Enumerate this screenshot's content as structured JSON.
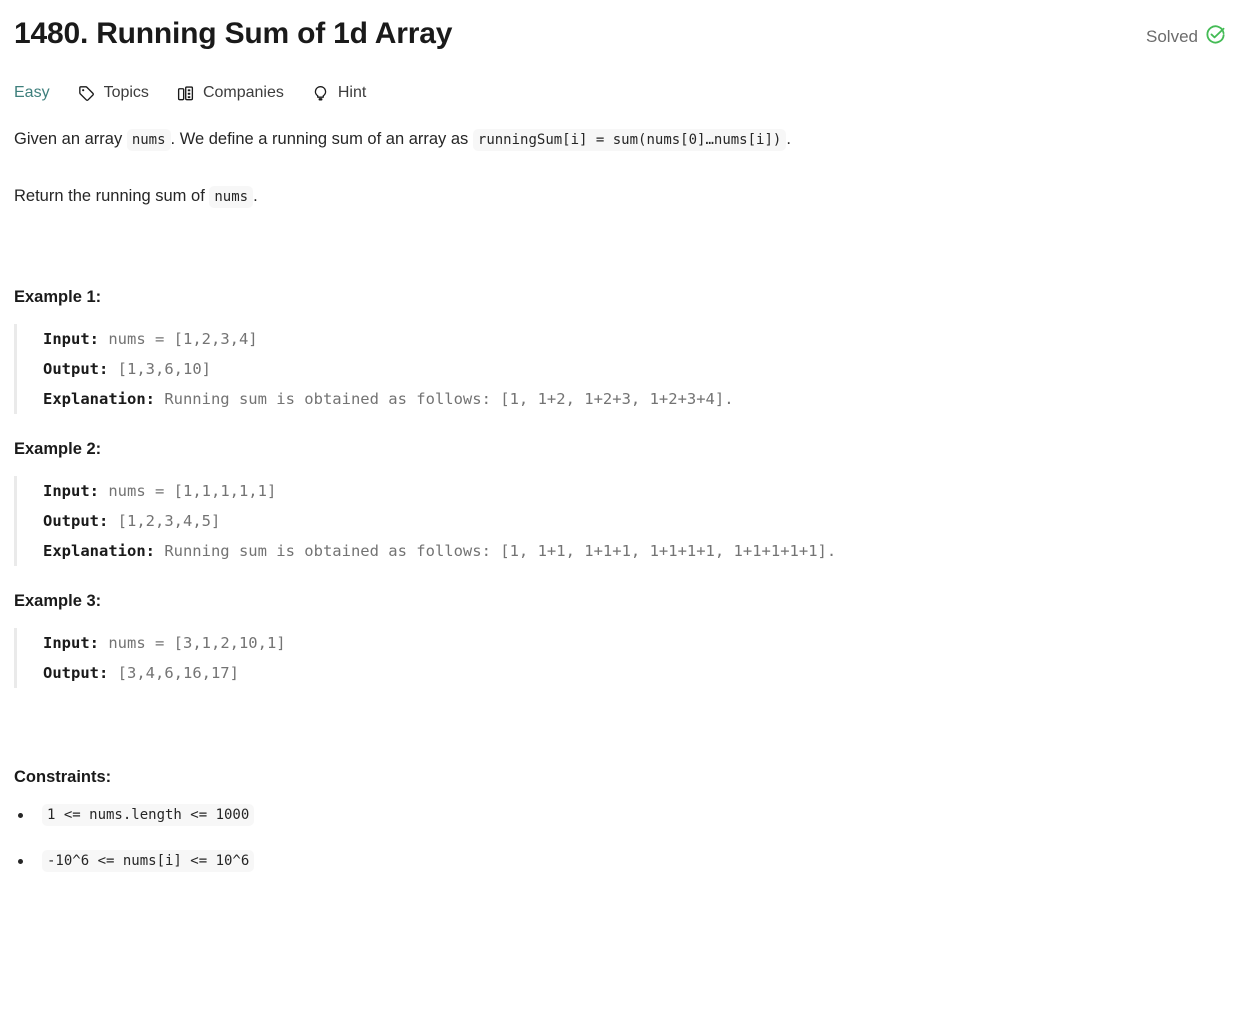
{
  "header": {
    "title": "1480. Running Sum of 1d Array",
    "status_label": "Solved",
    "status_icon": "check-circle-icon",
    "status_color": "#44bb55"
  },
  "meta": {
    "difficulty": "Easy",
    "difficulty_color": "#3e7f7c",
    "items": [
      {
        "label": "Topics",
        "icon": "tag-icon"
      },
      {
        "label": "Companies",
        "icon": "buildings-icon"
      },
      {
        "label": "Hint",
        "icon": "lightbulb-icon"
      }
    ]
  },
  "description": {
    "p1_part1": "Given an array ",
    "p1_code1": "nums",
    "p1_part2": ". We define a running sum of an array as ",
    "p1_code2": "runningSum[i] = sum(nums[0]…nums[i])",
    "p1_part3": ".",
    "p2_part1": "Return the running sum of ",
    "p2_code1": "nums",
    "p2_part2": "."
  },
  "examples": [
    {
      "heading": "Example 1:",
      "input_label": "Input:",
      "input_value": " nums = [1,2,3,4]",
      "output_label": "Output:",
      "output_value": " [1,3,6,10]",
      "explanation_label": "Explanation:",
      "explanation_value": " Running sum is obtained as follows: [1, 1+2, 1+2+3, 1+2+3+4]."
    },
    {
      "heading": "Example 2:",
      "input_label": "Input:",
      "input_value": " nums = [1,1,1,1,1]",
      "output_label": "Output:",
      "output_value": " [1,2,3,4,5]",
      "explanation_label": "Explanation:",
      "explanation_value": " Running sum is obtained as follows: [1, 1+1, 1+1+1, 1+1+1+1, 1+1+1+1+1]."
    },
    {
      "heading": "Example 3:",
      "input_label": "Input:",
      "input_value": " nums = [3,1,2,10,1]",
      "output_label": "Output:",
      "output_value": " [3,4,6,16,17]",
      "explanation_label": "",
      "explanation_value": ""
    }
  ],
  "constraints": {
    "heading": "Constraints:",
    "items": [
      "1 <= nums.length <= 1000",
      "-10^6 <= nums[i] <= 10^6"
    ]
  }
}
